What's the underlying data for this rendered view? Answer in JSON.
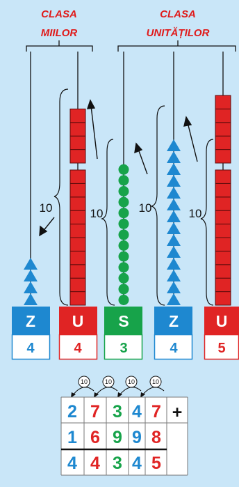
{
  "headers": {
    "left_line1": "CLASA",
    "left_line2": "MIILOR",
    "right_line1": "CLASA",
    "right_line2": "UNITĂȚILOR"
  },
  "columns": [
    {
      "label": "Z",
      "color": "#1e88d0",
      "value": "4",
      "beads": 4,
      "shape": "triangle"
    },
    {
      "label": "U",
      "color": "#e02424",
      "value": "4",
      "beads": 14,
      "shape": "square"
    },
    {
      "label": "S",
      "color": "#17a34a",
      "value": "3",
      "beads": 13,
      "shape": "circle"
    },
    {
      "label": "Z",
      "color": "#1e88d0",
      "value": "4",
      "beads": 14,
      "shape": "triangle"
    },
    {
      "label": "U",
      "color": "#e02424",
      "value": "5",
      "beads": 15,
      "shape": "square"
    }
  ],
  "exchange_labels": [
    "10",
    "10",
    "10",
    "10"
  ],
  "carries": [
    "10",
    "10",
    "10",
    "10"
  ],
  "operation": {
    "row1": [
      "2",
      "7",
      "3",
      "4",
      "7"
    ],
    "row2": [
      "1",
      "6",
      "9",
      "9",
      "8"
    ],
    "result": [
      "4",
      "4",
      "3",
      "4",
      "5"
    ],
    "sign": "+",
    "digit_colors": [
      "#1e88d0",
      "#e02424",
      "#17a34a",
      "#1e88d0",
      "#e02424"
    ]
  }
}
